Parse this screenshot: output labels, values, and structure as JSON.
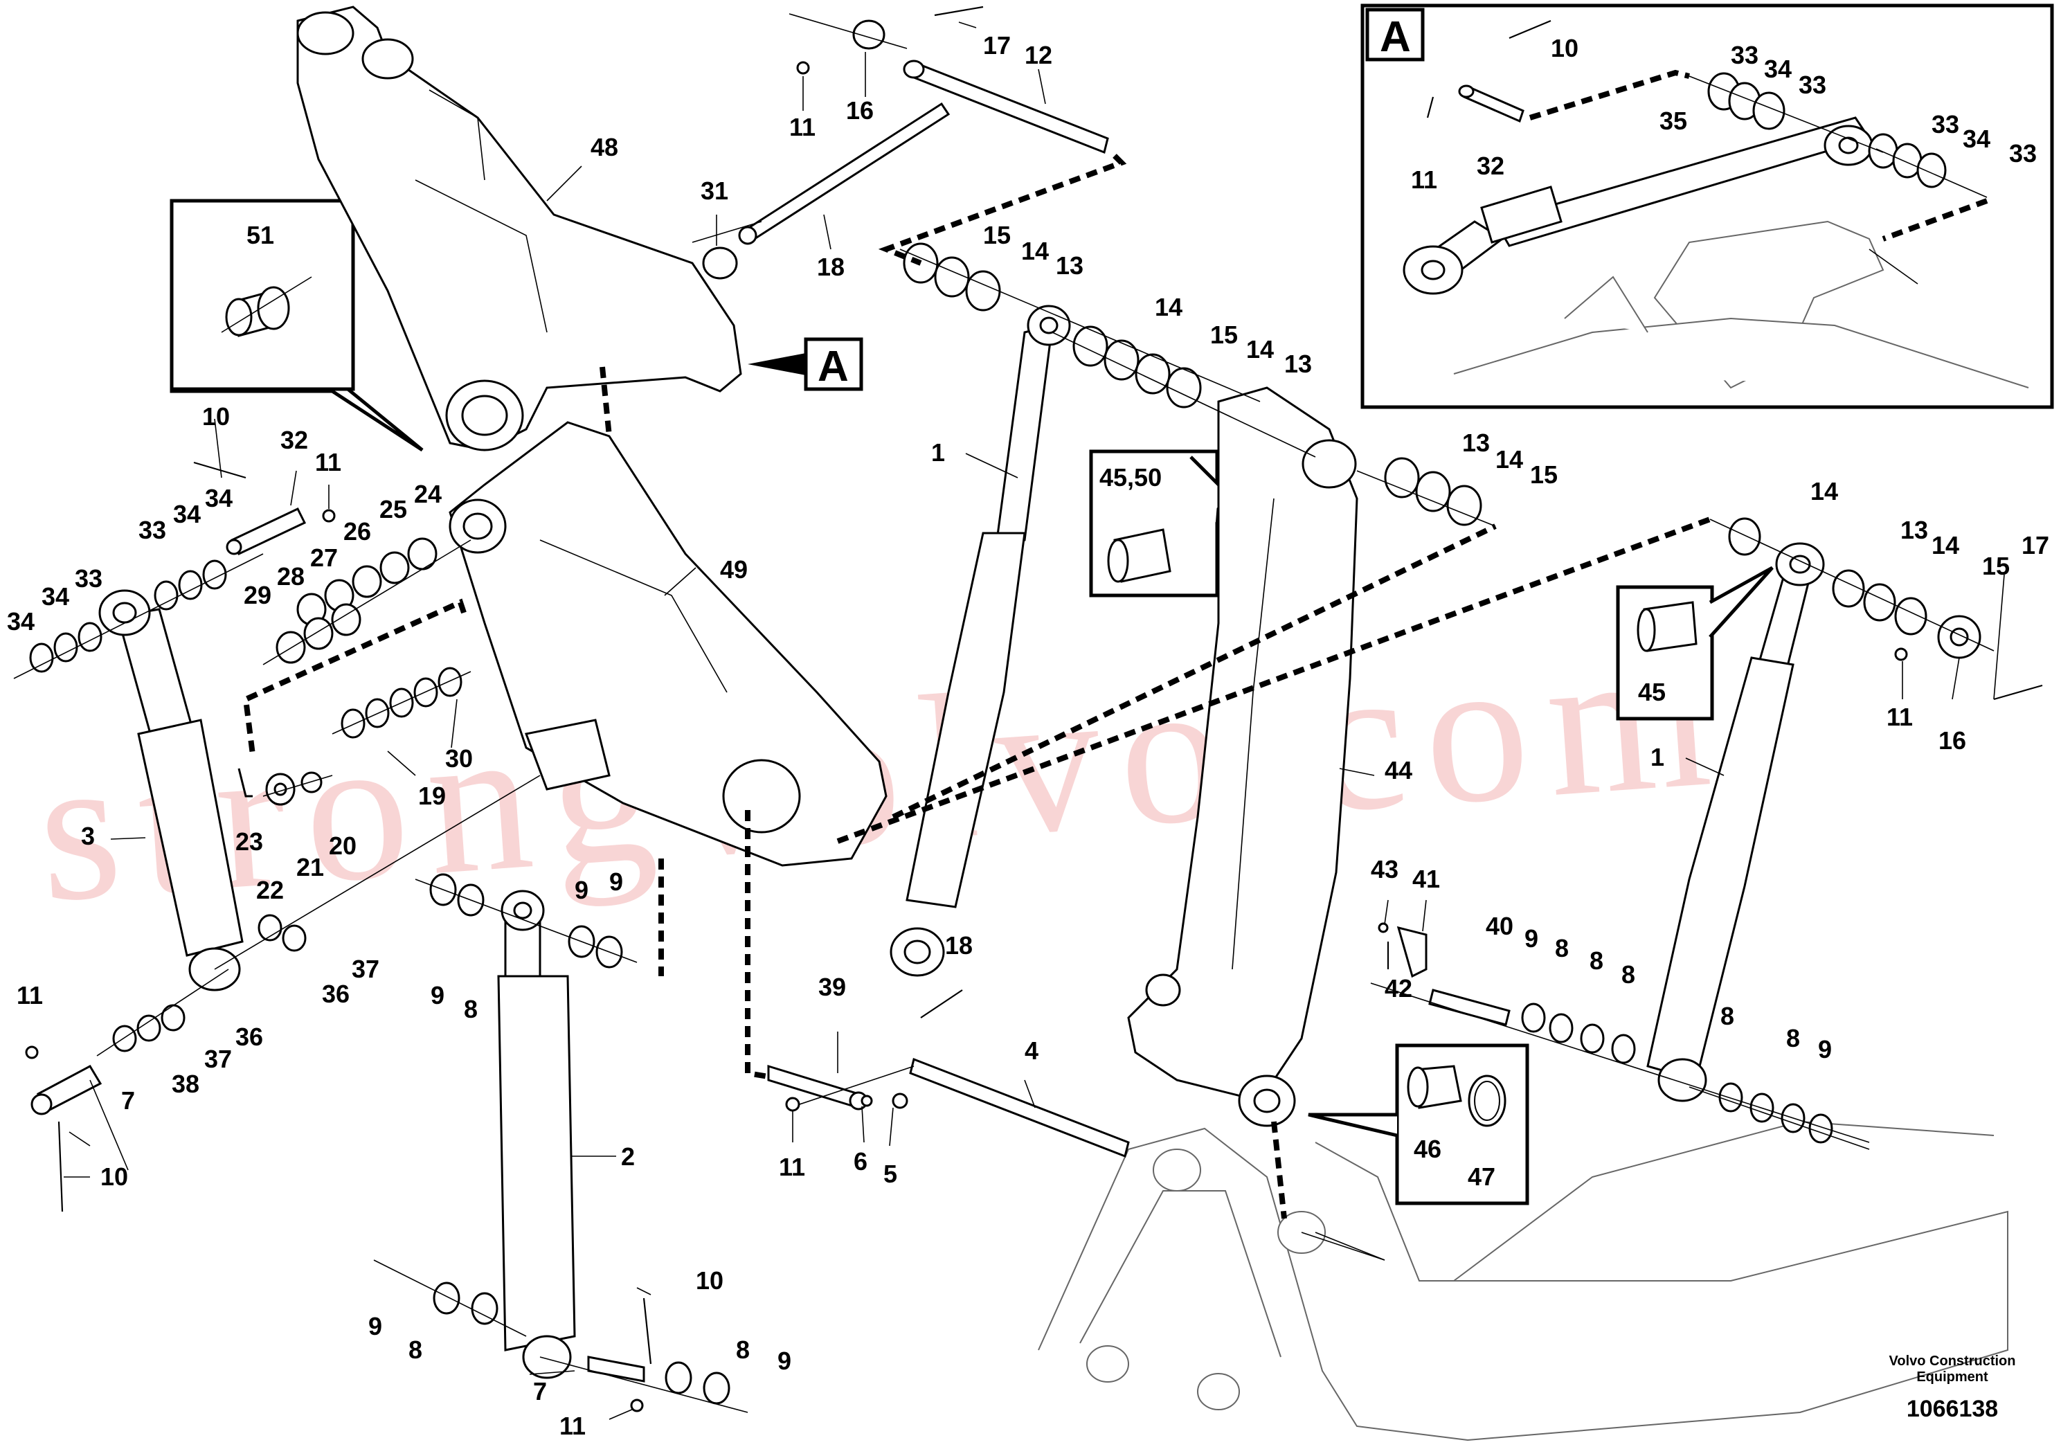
{
  "diagram": {
    "document_number": "1066138",
    "credit_line_1": "Volvo Construction",
    "credit_line_2": "Equipment",
    "watermark": "strongvolvo.com",
    "detail_box_label": "A",
    "detail_reference_label": "A",
    "callouts": {
      "c_17_top": "17",
      "c_12": "12",
      "c_16_top": "16",
      "c_11_top": "11",
      "c_48": "48",
      "c_31": "31",
      "c_18": "18",
      "c_51": "51",
      "c_15_a": "15",
      "c_14_a": "14",
      "c_13_a": "13",
      "c_14_b": "14",
      "c_15_b": "15",
      "c_14_c": "14",
      "c_13_b": "13",
      "c_13_c": "13",
      "c_14_d": "14",
      "c_15_c": "15",
      "c_10_l": "10",
      "c_32_l": "32",
      "c_11_l": "11",
      "c_33_l1": "33",
      "c_34_l1": "34",
      "c_34_l2": "34",
      "c_26": "26",
      "c_25": "25",
      "c_24": "24",
      "c_27": "27",
      "c_28": "28",
      "c_29": "29",
      "c_34_l3": "34",
      "c_34_l4": "34",
      "c_33_l2": "33",
      "c_49": "49",
      "c_1_mid": "1",
      "c_4550": "45,50",
      "c_30": "30",
      "c_19": "19",
      "c_23": "23",
      "c_22": "22",
      "c_21": "21",
      "c_20": "20",
      "c_3": "3",
      "c_9_a": "9",
      "c_8_a": "8",
      "c_9_b": "9",
      "c_9_c": "9",
      "c_37_a": "37",
      "c_36_a": "36",
      "c_36_b": "36",
      "c_37_b": "37",
      "c_38": "38",
      "c_11_b": "11",
      "c_7_a": "7",
      "c_10_b": "10",
      "c_39": "39",
      "c_18_b": "18",
      "c_4": "4",
      "c_11_c": "11",
      "c_6": "6",
      "c_5": "5",
      "c_2": "2",
      "c_10_c": "10",
      "c_9_d": "9",
      "c_8_b": "8",
      "c_7_b": "7",
      "c_8_c": "8",
      "c_9_e": "9",
      "c_11_d": "11",
      "c_44": "44",
      "c_43": "43",
      "c_41": "41",
      "c_42": "42",
      "c_40": "40",
      "c_9_f": "9",
      "c_8_d": "8",
      "c_8_e": "8",
      "c_8_f": "8",
      "c_46": "46",
      "c_47": "47",
      "c_14_e": "14",
      "c_13_d": "13",
      "c_14_f": "14",
      "c_15_d": "15",
      "c_17_r": "17",
      "c_45": "45",
      "c_11_r": "11",
      "c_16_r": "16",
      "c_1_r": "1",
      "c_8_g": "8",
      "c_8_h": "8",
      "c_9_g": "9",
      "a_10": "10",
      "a_33_1": "33",
      "a_34_1": "34",
      "a_33_2": "33",
      "a_11": "11",
      "a_32": "32",
      "a_35": "35",
      "a_33_3": "33",
      "a_34_2": "34",
      "a_33_4": "33"
    }
  }
}
